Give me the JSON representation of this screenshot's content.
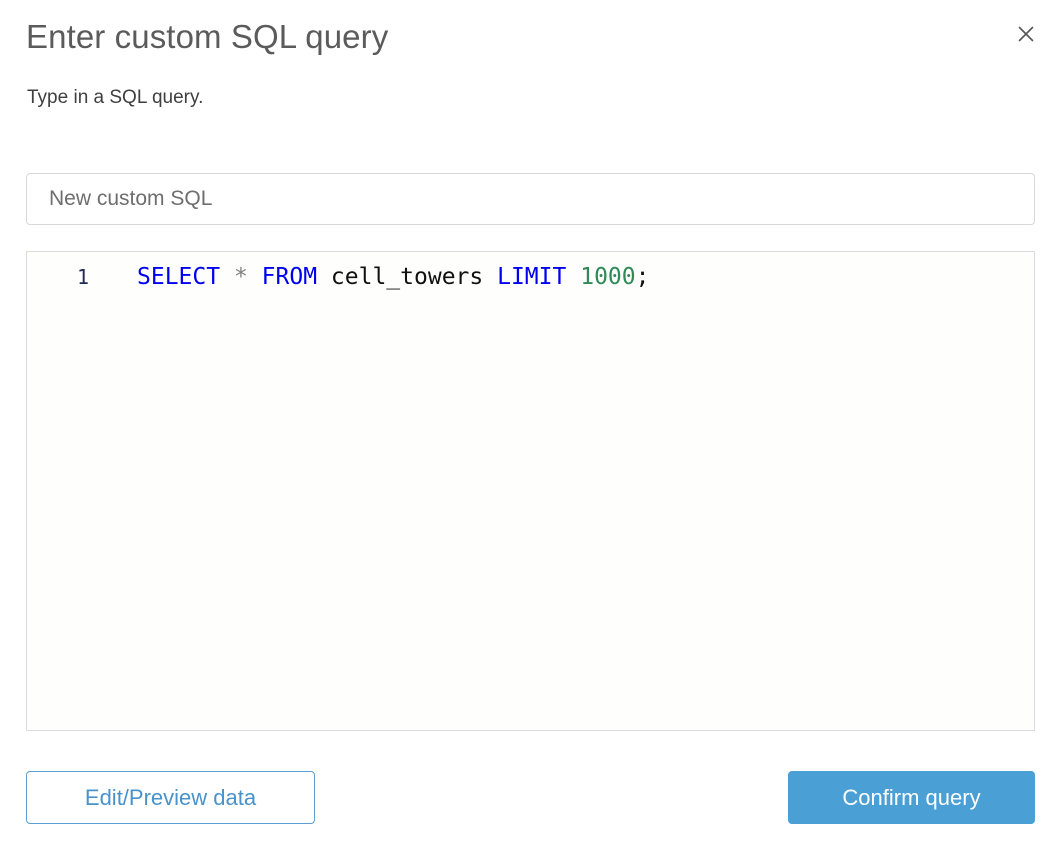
{
  "dialog": {
    "title": "Enter custom SQL query",
    "subtitle": "Type in a SQL query.",
    "close_icon": "close-icon"
  },
  "name_field": {
    "value": "",
    "placeholder": "New custom SQL"
  },
  "editor": {
    "line_number": "1",
    "tokens": [
      {
        "text": "SELECT",
        "type": "keyword"
      },
      {
        "text": " ",
        "type": "plain"
      },
      {
        "text": "*",
        "type": "operator"
      },
      {
        "text": " ",
        "type": "plain"
      },
      {
        "text": "FROM",
        "type": "keyword"
      },
      {
        "text": " ",
        "type": "plain"
      },
      {
        "text": "cell_towers",
        "type": "identifier"
      },
      {
        "text": " ",
        "type": "plain"
      },
      {
        "text": "LIMIT",
        "type": "keyword"
      },
      {
        "text": " ",
        "type": "plain"
      },
      {
        "text": "1000",
        "type": "number"
      },
      {
        "text": ";",
        "type": "punct"
      }
    ],
    "full_query": "SELECT * FROM cell_towers LIMIT 1000;"
  },
  "footer": {
    "secondary_label": "Edit/Preview data",
    "primary_label": "Confirm query"
  },
  "colors": {
    "accent": "#4a9fd5",
    "accent_border": "#5b9fd4",
    "keyword": "#0000ee",
    "number": "#2e8b57",
    "operator": "#808080",
    "title_text": "#5b5b5b",
    "editor_background": "#fefefc"
  }
}
